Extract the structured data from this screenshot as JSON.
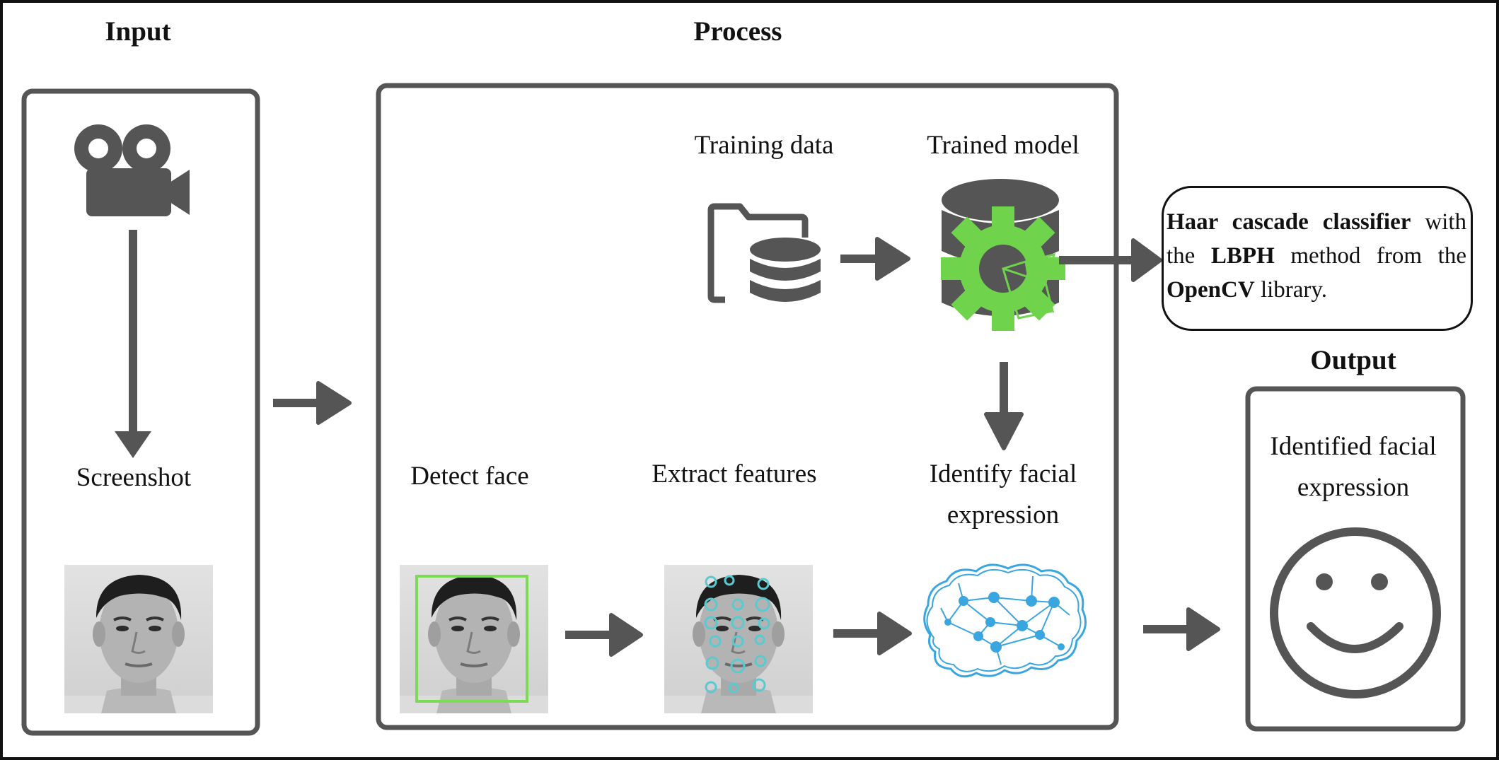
{
  "headers": {
    "input": "Input",
    "process": "Process",
    "output": "Output"
  },
  "labels": {
    "screenshot": "Screenshot",
    "training_data": "Training data",
    "trained_model": "Trained model",
    "detect_face": "Detect face",
    "extract_features": "Extract features",
    "identify_line1": "Identify facial",
    "identify_line2": "expression",
    "identified_line1": "Identified facial",
    "identified_line2": "expression"
  },
  "note": {
    "line1_bold": "Haar cascade classifier",
    "line1_rest": " with",
    "line2_pre": "the ",
    "line2_bold": "LBPH",
    "line2_rest": " method from the",
    "line3_bold": "OpenCV",
    "line3_rest": " library."
  },
  "icons": [
    "video-camera-icon",
    "folder-database-icon",
    "database-gear-icon",
    "neural-brain-icon",
    "smiley-face-icon",
    "face-photo",
    "face-detect-photo",
    "face-features-photo"
  ],
  "colors": {
    "dark_gray": "#555555",
    "gear_green": "#6fd44c",
    "detect_box_green": "#7ed957",
    "brain_blue": "#3aa6e0",
    "feature_cyan": "#5bc9d0"
  }
}
